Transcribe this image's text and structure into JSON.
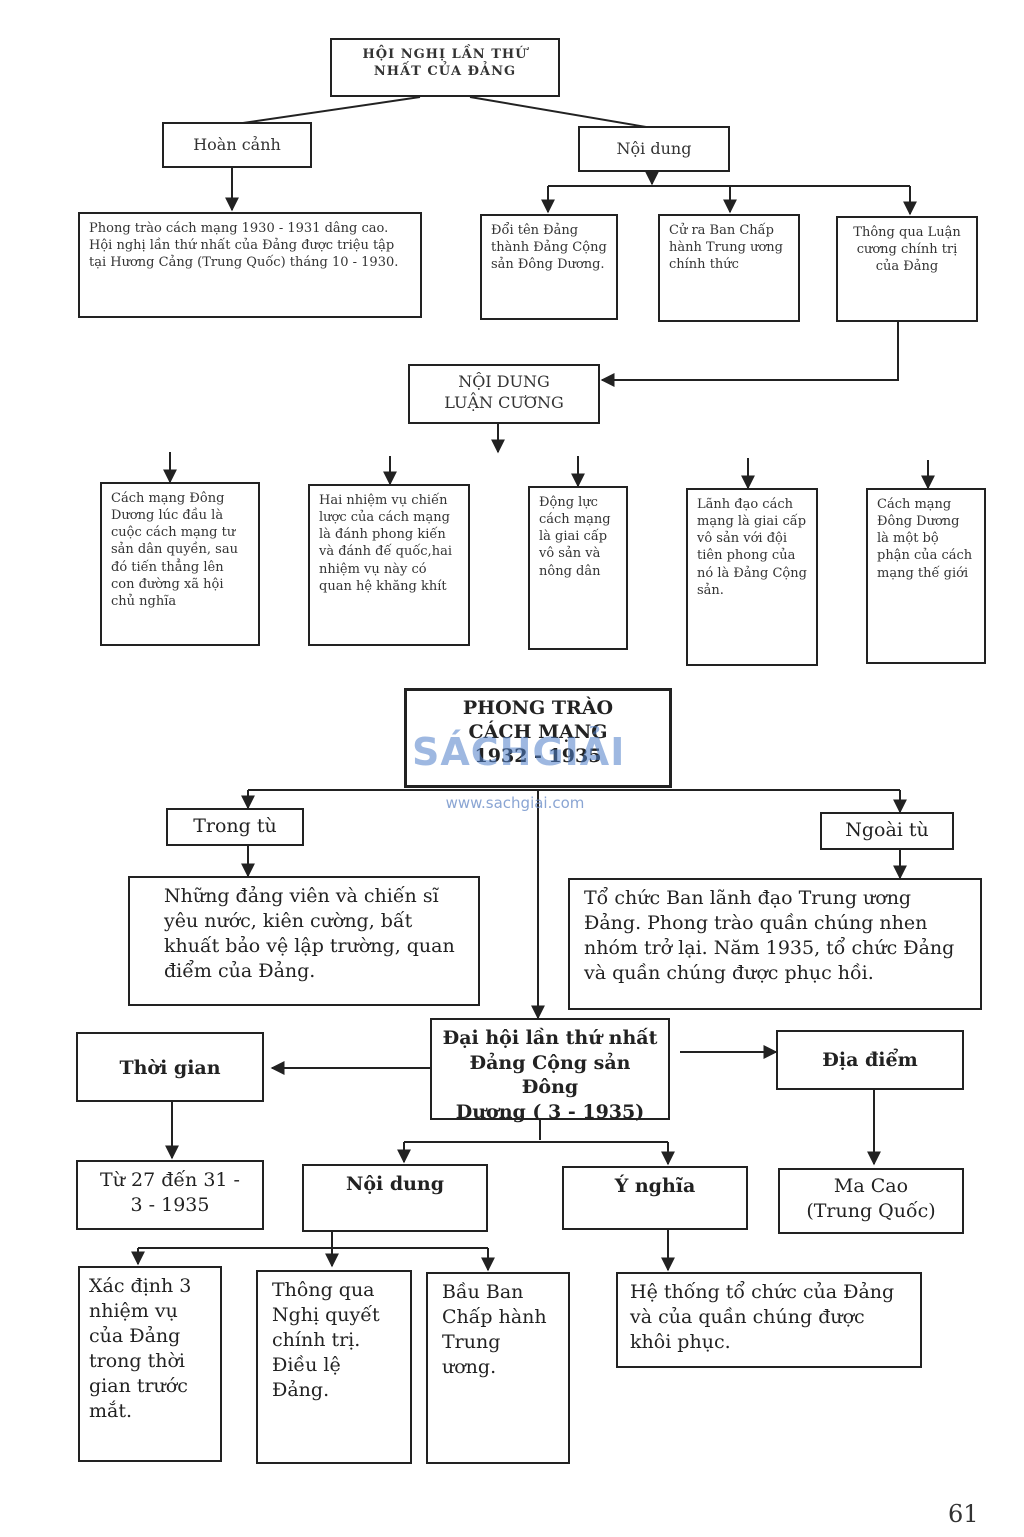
{
  "section1": {
    "title": "HỘI NGHỊ LẦN THỨ\nNHẤT CỦA ĐẢNG",
    "context_label": "Hoàn cảnh",
    "context_text": "Phong trào cách mạng 1930 - 1931 dâng cao. Hội nghị lần thứ nhất của Đảng được triệu tập tại Hương Cảng (Trung Quốc) tháng 10 - 1930.",
    "content_label": "Nội dung",
    "content_items": [
      "Đổi tên Đảng thành Đảng Cộng sản Đông Dương.",
      "Cử ra Ban Chấp hành Trung ương chính thức",
      "Thông qua Luận cương chính trị của Đảng"
    ],
    "thesis_title": "NỘI DUNG\nLUẬN CƯƠNG",
    "thesis_items": [
      "Cách mạng Đông Dương lúc đầu là cuộc cách mạng tư sản dân quyền, sau đó tiến thẳng lên con đường xã hội chủ nghĩa",
      "Hai nhiệm vụ chiến lược của cách mạng là đánh phong kiến và đánh đế quốc,hai nhiệm vụ này có quan hệ khăng khít",
      "Động lực cách mạng là giai cấp vô sản và nông dân",
      "Lãnh đạo cách mạng là giai cấp vô sản với đội tiên phong của nó là Đảng Cộng sản.",
      "Cách mạng Đông Dương là một bộ phận của cách mạng thế giới"
    ]
  },
  "section2": {
    "title": "PHONG TRÀO\nCÁCH MẠNG\n1932 - 1935",
    "in_prison_label": "Trong tù",
    "in_prison_text": "Những đảng viên và chiến sĩ yêu nước, kiên cường, bất khuất bảo vệ lập trường, quan điểm của Đảng.",
    "outside_label": "Ngoài tù",
    "outside_text": "Tổ chức Ban lãnh đạo Trung ương Đảng. Phong trào quần chúng nhen nhóm trở lại. Năm 1935, tổ chức Đảng và quần chúng được phục hồi.",
    "congress": "Đại hội lần thứ nhất\nĐảng Cộng sản Đông\nDương ( 3 - 1935)",
    "time_label": "Thời gian",
    "time_text": "Từ 27 đến 31 -\n3 - 1935",
    "place_label": "Địa điểm",
    "place_text": "Ma Cao\n(Trung Quốc)",
    "content_label": "Nội dung",
    "meaning_label": "Ý nghĩa",
    "meaning_text": "Hệ thống tổ chức của Đảng và của quần chúng được khôi phục.",
    "content_items": [
      "Xác định 3 nhiệm vụ của Đảng trong thời gian trước mắt.",
      "Thông qua Nghị quyết chính trị. Điều lệ Đảng.",
      "Bầu Ban Chấp hành Trung ương."
    ]
  },
  "watermark": {
    "brand": "SÁCHGIẢI",
    "url": "www.sachgiai.com"
  },
  "page_number": "61"
}
